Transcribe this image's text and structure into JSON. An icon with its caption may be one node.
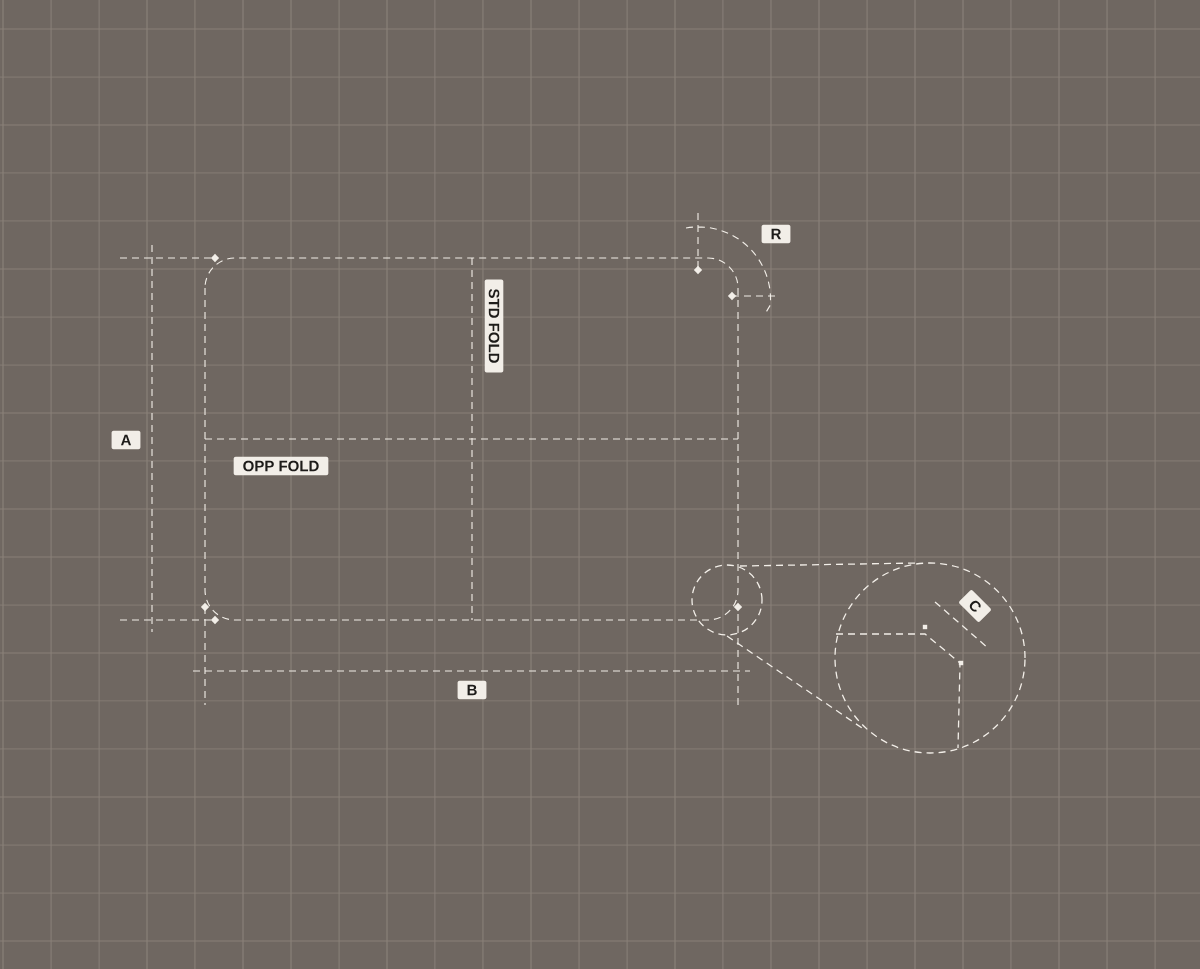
{
  "diagram": {
    "labels": [
      "R",
      "STD FOLD",
      "A",
      "OPP FOLD",
      "B",
      "C"
    ]
  }
}
